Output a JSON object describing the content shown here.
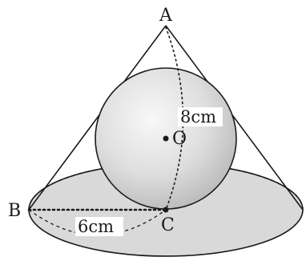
{
  "labels": {
    "apex": "A",
    "left_point": "B",
    "base_center": "C",
    "sphere_center": "O"
  },
  "dimensions": {
    "apex_to_base": "8cm",
    "base_radius": "6cm"
  },
  "colors": {
    "base_fill": "#d9d9d9",
    "sphere_light": "#f7f7f7",
    "sphere_dark": "#b9b9b9",
    "line": "#1a1a1a"
  }
}
